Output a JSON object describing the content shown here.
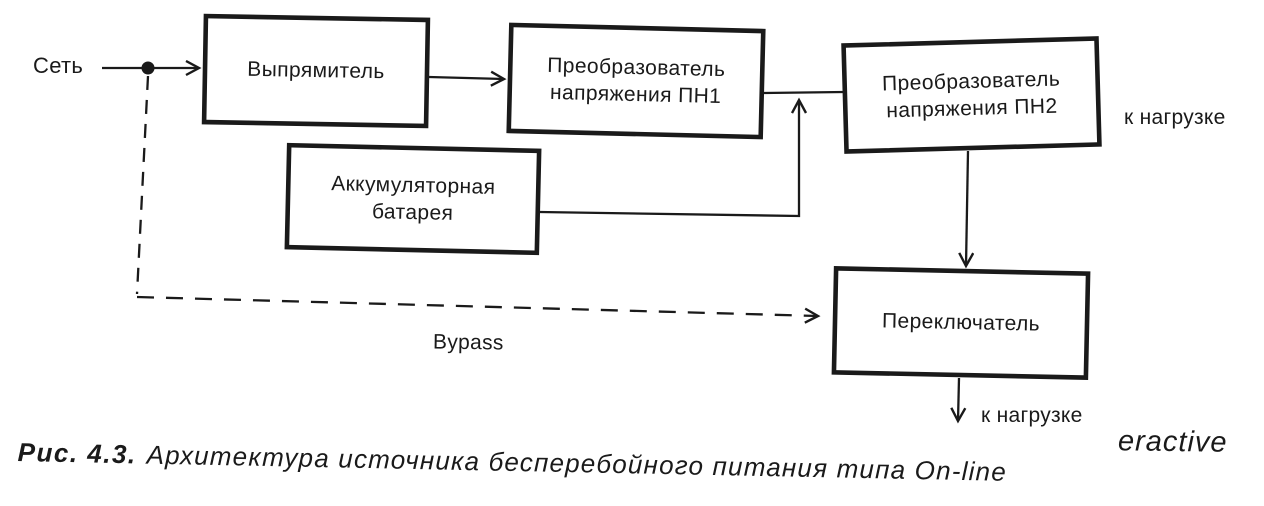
{
  "diagram": {
    "blocks": {
      "rectifier": "Выпрямитель",
      "converter1": "Преобразователь напряжения ПН1",
      "converter2": "Преобразователь напряжения ПН2",
      "battery": "Аккумуляторная батарея",
      "switch": "Переключатель"
    },
    "labels": {
      "mains": "Сеть",
      "to_load_top": "к нагрузке",
      "to_load_bottom": "к нагрузке",
      "bypass": "Bypass"
    }
  },
  "caption": {
    "label": "Рис. 4.3.",
    "text": "Архитектура источника бесперебойного питания типа On-line",
    "edge_fragment": "eractive"
  },
  "colors": {
    "ink": "#1a1a1a",
    "paper": "#ffffff"
  }
}
